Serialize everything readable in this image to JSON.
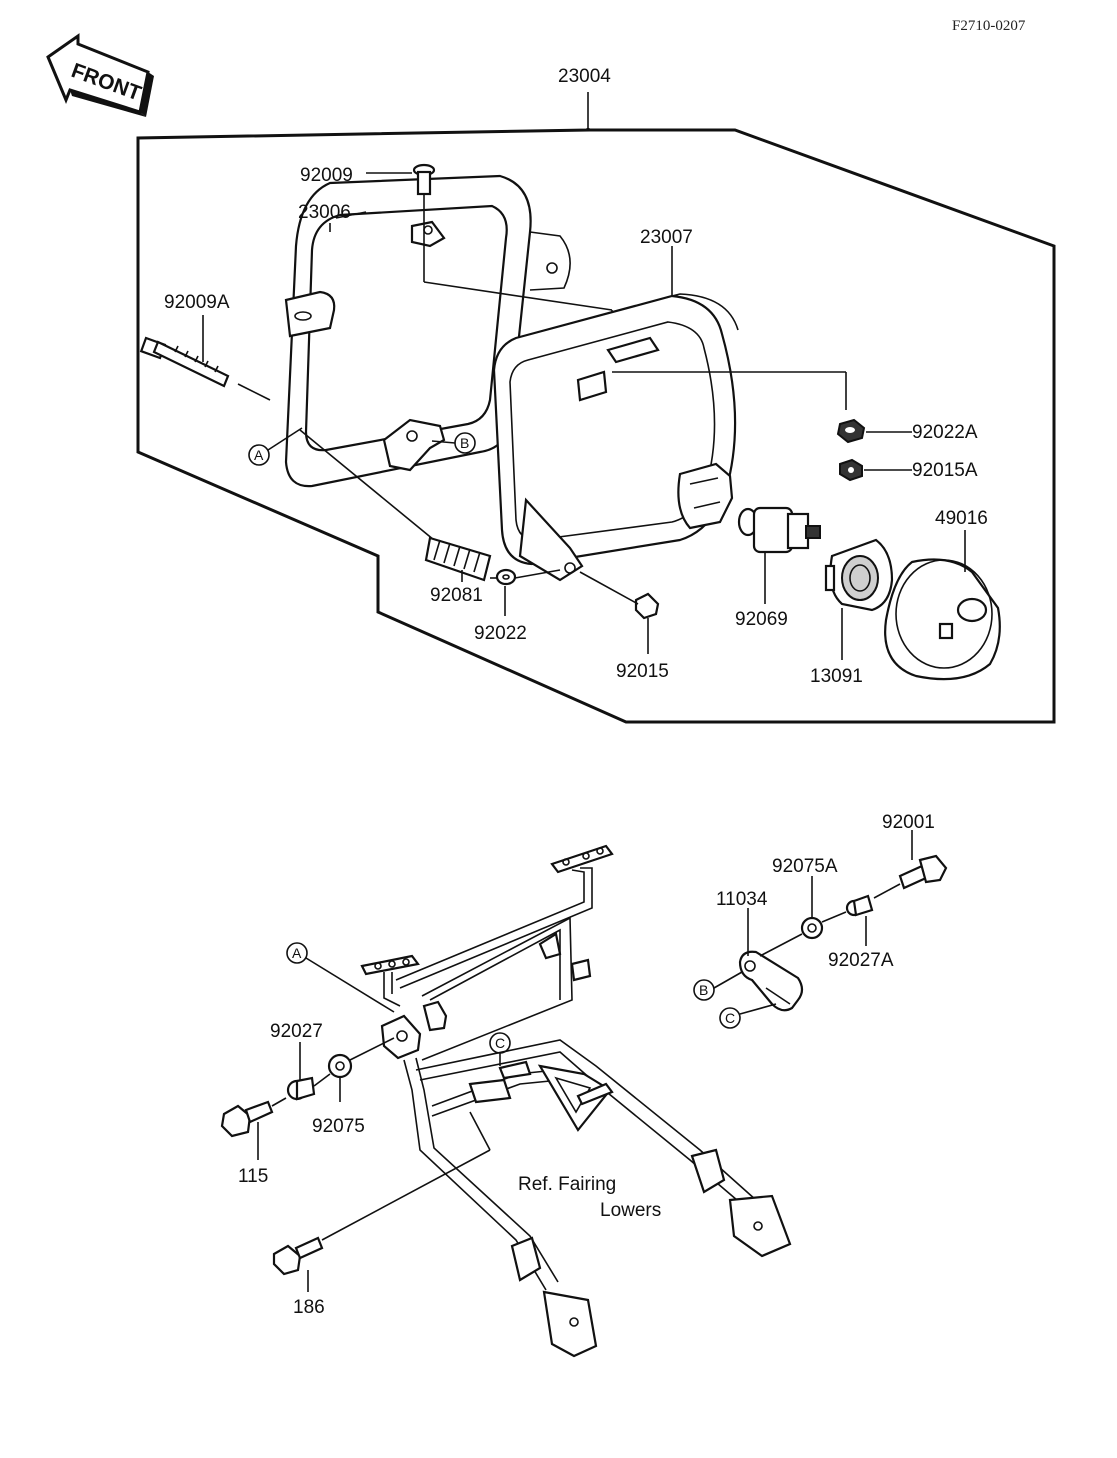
{
  "figure_code": "F2710-0207",
  "front_label": "FRONT",
  "group_label": "23004",
  "parts": {
    "p92009": "92009",
    "p23006": "23006",
    "p92009A": "92009A",
    "p23007": "23007",
    "p92022A": "92022A",
    "p92015A": "92015A",
    "p49016": "49016",
    "p92081": "92081",
    "p92022": "92022",
    "p92015": "92015",
    "p92069": "92069",
    "p13091": "13091",
    "p92001": "92001",
    "p92075A": "92075A",
    "p11034": "11034",
    "p92027A": "92027A",
    "p92027": "92027",
    "p92075": "92075",
    "p115": "115",
    "p186": "186"
  },
  "ref_marks": {
    "a": "A",
    "b": "B",
    "c": "C"
  },
  "note": {
    "line1": "Ref. Fairing",
    "line2": "Lowers"
  }
}
